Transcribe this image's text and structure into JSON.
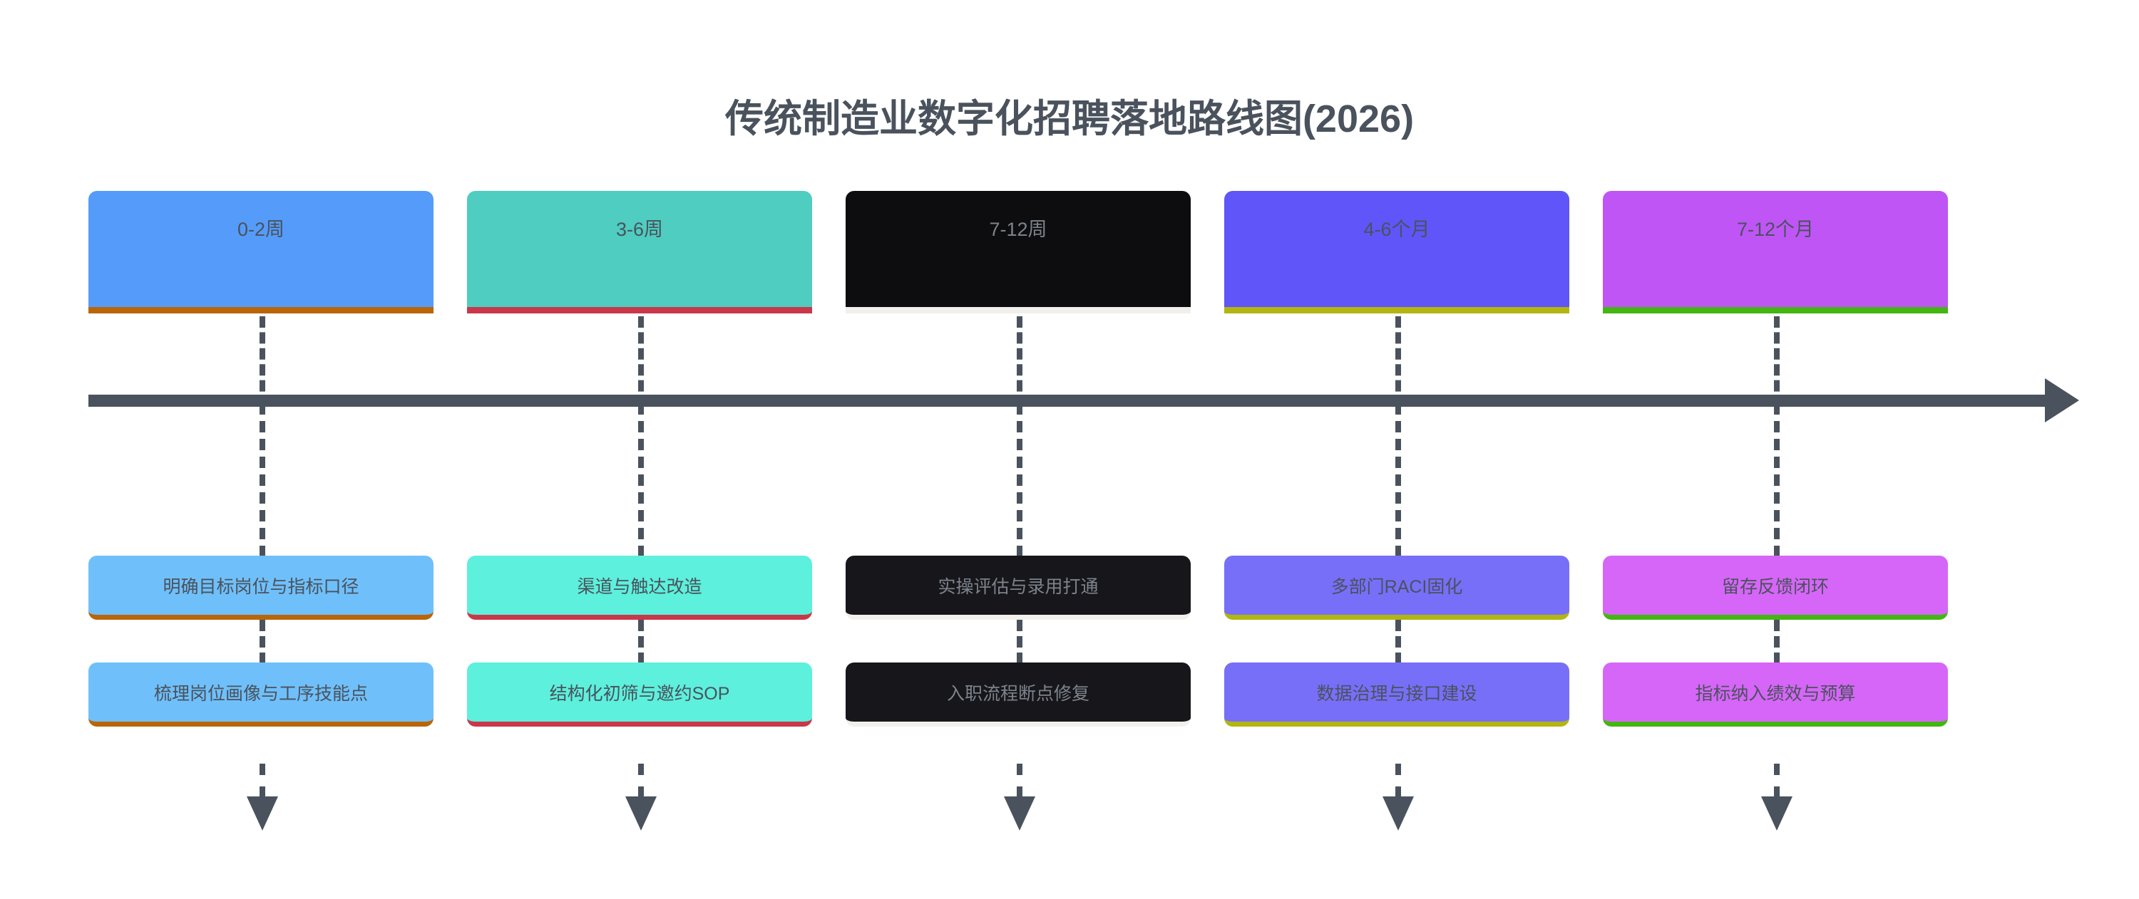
{
  "title": "传统制造业数字化招聘落地路线图(2026)",
  "theme": {
    "title_color": "#4a525d",
    "axis_color": "#4a525d",
    "connector_color": "#4a525d",
    "background": "#ffffff",
    "label_color": "#4a525d"
  },
  "timeline": {
    "arrow_direction": "right",
    "down_arrow_direction": "down"
  },
  "phases": [
    {
      "period": "0-2周",
      "phase_color": "#559cfa",
      "accent_color": "#b9650a",
      "task_color": "#6fc0fa",
      "label_color": "#4a525d",
      "tasks": [
        "明确目标岗位与指标口径",
        "梳理岗位画像与工序技能点"
      ]
    },
    {
      "period": "3-6周",
      "phase_color": "#4ecdc0",
      "accent_color": "#c9384a",
      "task_color": "#5df0dc",
      "label_color": "#4a525d",
      "tasks": [
        "渠道与触达改造",
        "结构化初筛与邀约SOP"
      ]
    },
    {
      "period": "7-12周",
      "phase_color": "#0d0d10",
      "accent_color": "#f2f0ec",
      "task_color": "#16161b",
      "label_color": "#7d838c",
      "tasks": [
        "实操评估与录用打通",
        "入职流程断点修复"
      ]
    },
    {
      "period": "4-6个月",
      "phase_color": "#6055f8",
      "accent_color": "#b3b511",
      "task_color": "#776ff8",
      "label_color": "#4a525d",
      "tasks": [
        "多部门RACI固化",
        "数据治理与接口建设"
      ]
    },
    {
      "period": "7-12个月",
      "phase_color": "#bf55f5",
      "accent_color": "#45b513",
      "task_color": "#d666f7",
      "label_color": "#4a525d",
      "tasks": [
        "留存反馈闭环",
        "指标纳入绩效与预算"
      ]
    }
  ]
}
